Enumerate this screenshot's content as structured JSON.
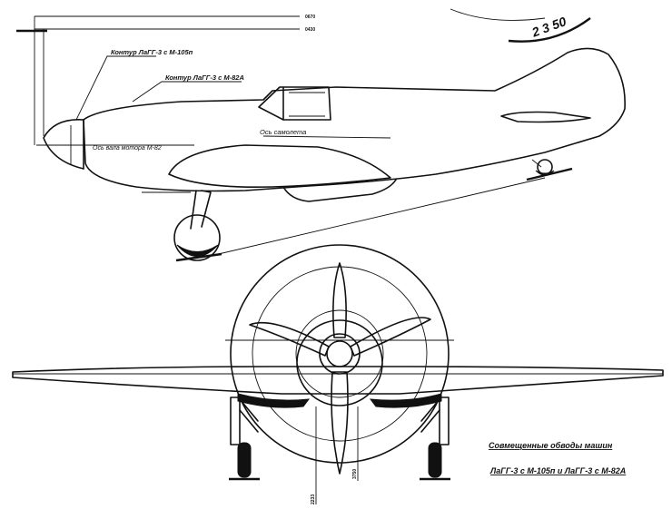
{
  "side_view": {
    "label_contour_lagg3_m105p": "Контур ЛаГГ-3 с М-105п",
    "label_contour_lagg3_m82a": "Контур ЛаГГ-3 с М-82А",
    "label_engine_axis": "Ось вала мотора М-82",
    "label_aircraft_axis": "Ось самолета",
    "top_dimension_1": "0670",
    "top_dimension_2": "0430"
  },
  "front_view": {
    "caption_line_1": "Совмещенные обводы машин",
    "caption_line_2": "ЛаГГ-3 с М-105п и ЛаГГ-3 с М-82А",
    "dimension_prop_tip": "3750",
    "dimension_ground": "2233"
  },
  "stamp": {
    "text": "2 3 50"
  }
}
